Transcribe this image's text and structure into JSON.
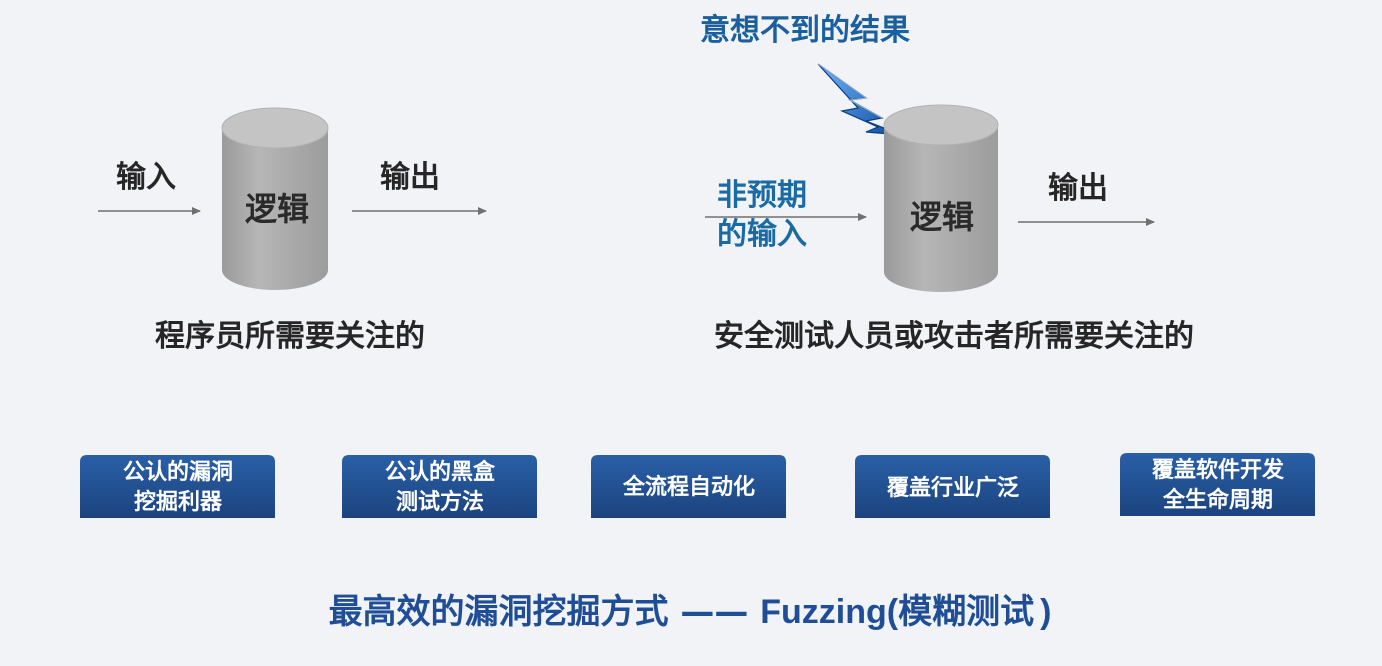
{
  "left_diagram": {
    "input_label": "输入",
    "logic_label": "逻辑",
    "output_label": "输出",
    "caption": "程序员所需要关注的"
  },
  "right_diagram": {
    "unexpected_result": "意想不到的结果",
    "unexpected_input_line1": "非预期",
    "unexpected_input_line2": "的输入",
    "logic_label": "逻辑",
    "output_label": "输出",
    "caption": "安全测试人员或攻击者所需要关注的"
  },
  "features": [
    {
      "lines": [
        "公认的漏洞",
        "挖掘利器"
      ]
    },
    {
      "lines": [
        "公认的黑盒",
        "测试方法"
      ]
    },
    {
      "lines": [
        "全流程自动化"
      ]
    },
    {
      "lines": [
        "覆盖行业广泛"
      ]
    },
    {
      "lines": [
        "覆盖软件开发",
        "全生命周期"
      ]
    }
  ],
  "footer": {
    "prefix": "最高效的漏洞挖掘方式",
    "dash": "——",
    "fuzzing": "Fuzzing(",
    "cn_term": "模糊测试",
    "suffix": ")"
  },
  "colors": {
    "background": "#f1f3f7",
    "feature_box": "#1f4e8f",
    "footer_text": "#1f4e96",
    "accent_text": "#1a6aa6",
    "cylinder": "#a8a8a8"
  }
}
